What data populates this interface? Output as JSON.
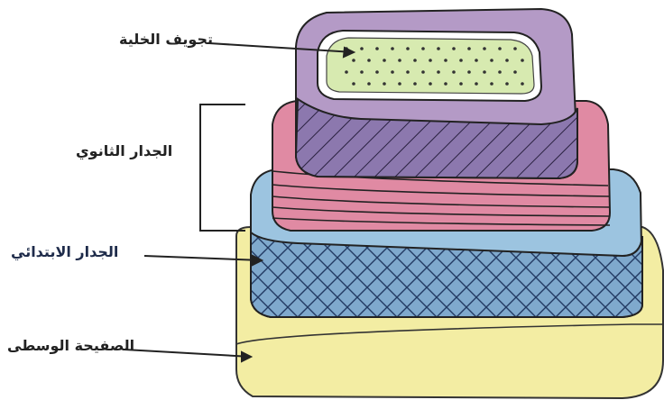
{
  "diagram": {
    "labels": {
      "cell_cavity": "تجويف الخلية",
      "secondary_wall": "الجدار الثانوي",
      "primary_wall": "الجدار الابتدائي",
      "middle_lamella": "الصفيحة الوسطى"
    },
    "layers": [
      {
        "name": "middle-lamella",
        "color": "#f3eda3"
      },
      {
        "name": "primary-wall",
        "color": "#9cc4e0"
      },
      {
        "name": "secondary-wall-outer",
        "color": "#e08aa3"
      },
      {
        "name": "secondary-wall-inner",
        "color": "#b49ac6"
      },
      {
        "name": "cell-cavity",
        "color": "#d7eab0"
      }
    ]
  }
}
